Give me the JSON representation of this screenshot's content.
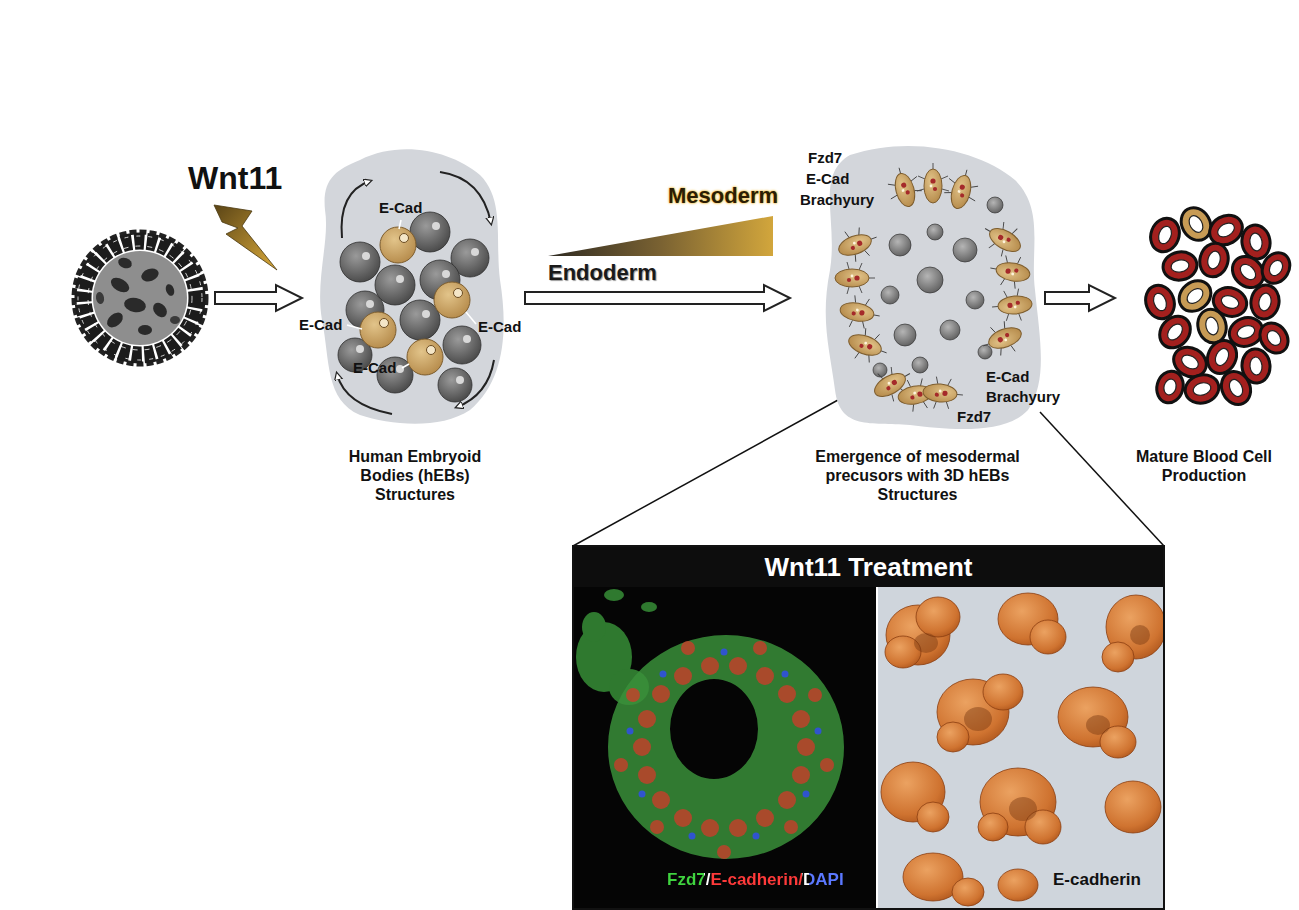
{
  "diagram": {
    "nodes": [
      {
        "text": [
          "Human Embryoid Bodies (hEBs) Structures"
        ]
      },
      {
        "text": [
          "Emergence of mesodermal precusors with 3D hEBs Structures"
        ]
      },
      {
        "text": [
          "Mature Blood Cell Production"
        ]
      },
      {
        "text": [
          "Wnt11 Treatment"
        ]
      },
      {
        "text": [
          "Fzd7/E-cadherin/DAPI"
        ],
        "in": 3
      },
      {
        "text": [
          "E-cadherin"
        ],
        "in": 3
      }
    ],
    "edges": [
      {
        "from": 0,
        "to": 1,
        "arrow": "to"
      },
      {
        "from": 1,
        "to": 2,
        "arrow": "to"
      }
    ],
    "labels": [
      "Wnt11",
      "E-Cad",
      "E-Cad",
      "E-Cad",
      "E-Cad",
      "Mesoderm",
      "Endoderm",
      "Fzd7",
      "E-Cad",
      "Brachyury",
      "E-Cad",
      "Brachyury",
      "Fzd7"
    ]
  }
}
